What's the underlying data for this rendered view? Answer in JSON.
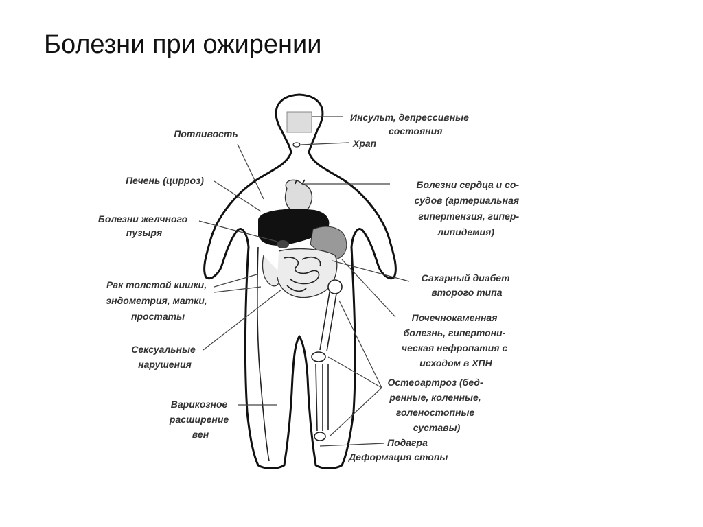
{
  "title": "Болезни при ожирении",
  "labels": {
    "stroke": [
      "Инсульт, депрессивные",
      "состояния"
    ],
    "snoring": [
      "Храп"
    ],
    "sweating": [
      "Потливость"
    ],
    "liver": [
      "Печень (цирроз)"
    ],
    "heart": [
      "Болезни сердца и со-",
      "судов (артериальная",
      "гипертензия, гипер-",
      "липидемия)"
    ],
    "gallbladder": [
      "Болезни желчного",
      "пузыря"
    ],
    "diabetes": [
      "Сахарный диабет",
      "второго типа"
    ],
    "cancer": [
      "Рак толстой кишки,",
      "эндометрия, матки,",
      "простаты"
    ],
    "kidney": [
      "Почечнокаменная",
      "болезнь, гипертони-",
      "ческая нефропатия с",
      "исходом в ХПН"
    ],
    "sexual": [
      "Сексуальные",
      "нарушения"
    ],
    "osteoarthritis": [
      "Остеоартроз (бед-",
      "ренные, коленные,",
      "голеностопные",
      "суставы)"
    ],
    "varicose": [
      "Варикозное",
      "расширение",
      "вен"
    ],
    "gout": [
      "Подагра"
    ],
    "foot": [
      "Деформация стопы"
    ]
  }
}
